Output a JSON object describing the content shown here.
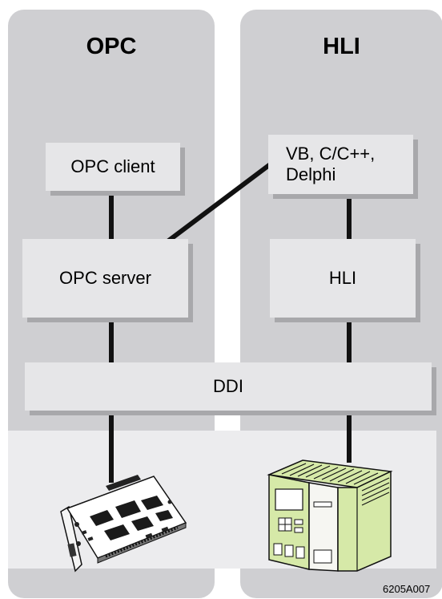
{
  "columns": {
    "left": {
      "title": "OPC"
    },
    "right": {
      "title": "HLI"
    }
  },
  "boxes": {
    "opc_client": "OPC client",
    "opc_server": "OPC server",
    "languages_line1": "VB, C/C++,",
    "languages_line2": "Delphi",
    "hli": "HLI",
    "ddi": "DDI"
  },
  "figure_code": "6205A007",
  "colors": {
    "column_bg": "#cfcfd2",
    "box_bg": "#e6e6e8",
    "box_shadow": "#a8a8ab",
    "bottom_panel": "#ececee",
    "module_green": "#d6e9a8"
  },
  "icons": {
    "left_hardware": "pci-interface-card",
    "right_hardware": "controller-module-device"
  }
}
